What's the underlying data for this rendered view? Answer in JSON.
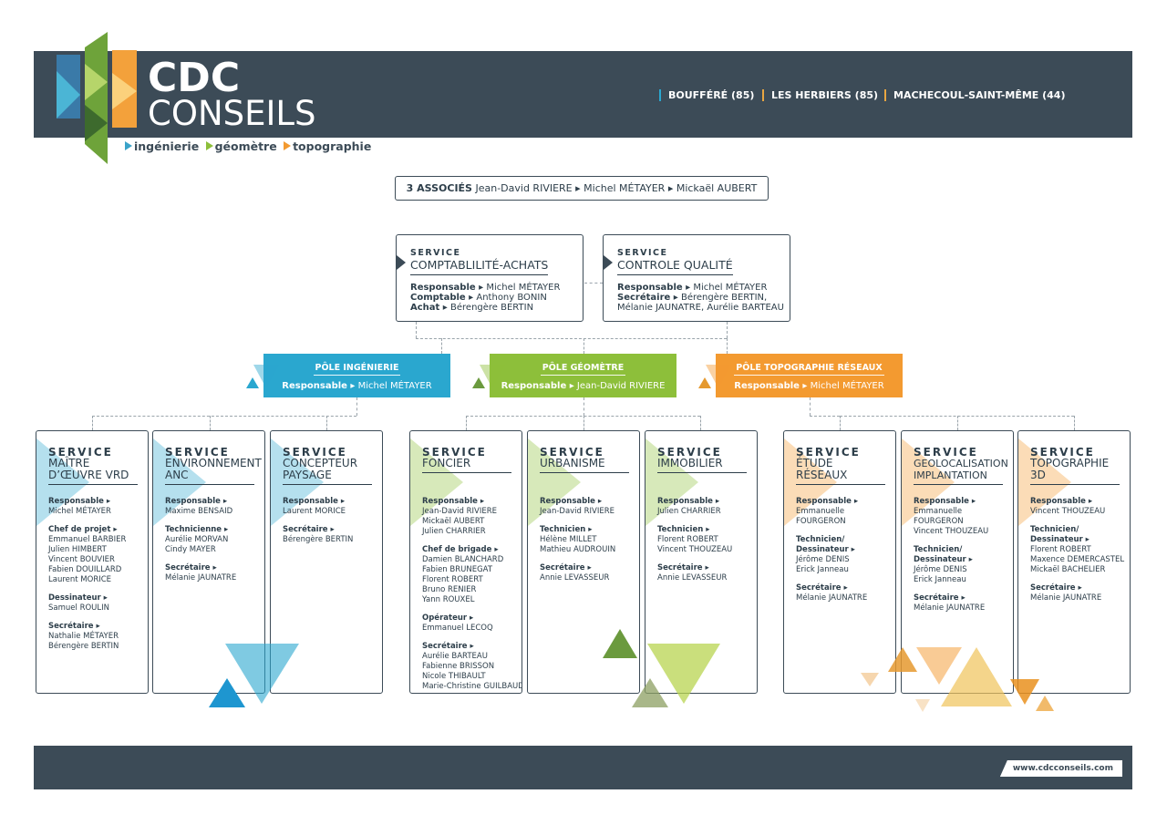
{
  "header": {
    "logo_line1": "CDC",
    "logo_line2": "CONSEILS",
    "tagline": [
      "ingénierie",
      "géomètre",
      "topographie"
    ],
    "locations": [
      "BOUFFÉRÉ (85)",
      "LES HERBIERS (85)",
      "MACHECOUL-SAINT-MÊME (44)"
    ]
  },
  "associates": {
    "label": "3 ASSOCIÉS",
    "names": "Jean-David RIVIERE ▸ Michel MÉTAYER ▸ Mickaël AUBERT"
  },
  "support_services": [
    {
      "kicker": "SERVICE",
      "title": "COMPTABLILITÉ-ACHATS",
      "lines": [
        {
          "role": "Responsable ▸",
          "names": "Michel MÉTAYER"
        },
        {
          "role": "Comptable ▸",
          "names": "Anthony BONIN"
        },
        {
          "role": "Achat ▸",
          "names": "Bérengère BERTIN"
        }
      ]
    },
    {
      "kicker": "SERVICE",
      "title": "CONTROLE QUALITÉ",
      "lines": [
        {
          "role": "Responsable ▸",
          "names": "Michel MÉTAYER"
        },
        {
          "role": "Secrétaire ▸",
          "names": "Bérengère BERTIN,"
        },
        {
          "role": "",
          "names": "Mélanie JAUNATRE, Aurélie BARTEAU"
        }
      ]
    }
  ],
  "poles": [
    {
      "title": "PÔLE INGÉNIERIE",
      "resp_label": "Responsable ▸",
      "resp_name": "Michel MÉTAYER",
      "color": "#2aa7cf"
    },
    {
      "title": "PÔLE GÉOMÈTRE",
      "resp_label": "Responsable ▸",
      "resp_name": "Jean-David RIVIERE",
      "color": "#8dbf3a"
    },
    {
      "title": "PÔLE TOPOGRAPHIE RÉSEAUX",
      "resp_label": "Responsable ▸",
      "resp_name": "Michel MÉTAYER",
      "color": "#f39a30"
    }
  ],
  "services": [
    {
      "kicker": "SERVICE",
      "title": "MAÎTRE D’ŒUVRE VRD",
      "groups": [
        {
          "label": "Responsable ▸",
          "names": [
            "Michel MÉTAYER"
          ]
        },
        {
          "label": "Chef de projet ▸",
          "names": [
            "Emmanuel BARBIER",
            "Julien HIMBERT",
            "Vincent BOUVIER",
            "Fabien DOUILLARD",
            "Laurent MORICE"
          ]
        },
        {
          "label": "Dessinateur ▸",
          "names": [
            "Samuel ROULIN"
          ]
        },
        {
          "label": "Secrétaire ▸",
          "names": [
            "Nathalie MÉTAYER",
            "Bérengère BERTIN"
          ]
        }
      ]
    },
    {
      "kicker": "SERVICE",
      "title": "ENVIRONNEMENT ANC",
      "groups": [
        {
          "label": "Responsable ▸",
          "names": [
            "Maxime BENSAID"
          ]
        },
        {
          "label": "Technicienne ▸",
          "names": [
            "Aurélie MORVAN",
            "Cindy MAYER"
          ]
        },
        {
          "label": "Secrétaire ▸",
          "names": [
            "Mélanie JAUNATRE"
          ]
        }
      ]
    },
    {
      "kicker": "SERVICE",
      "title": "CONCEPTEUR PAYSAGE",
      "groups": [
        {
          "label": "Responsable ▸",
          "names": [
            "Laurent MORICE"
          ]
        },
        {
          "label": "Secrétaire ▸",
          "names": [
            "Bérengère BERTIN"
          ]
        }
      ]
    },
    {
      "kicker": "SERVICE",
      "title": "FONCIER",
      "groups": [
        {
          "label": "Responsable ▸",
          "names": [
            "Jean-David RIVIERE",
            "Mickaël AUBERT",
            "Julien CHARRIER"
          ]
        },
        {
          "label": "Chef de brigade ▸",
          "names": [
            "Damien BLANCHARD",
            "Fabien BRUNEGAT",
            "Florent ROBERT",
            "Bruno RENIER",
            "Yann ROUXEL"
          ]
        },
        {
          "label": "Opérateur ▸",
          "names": [
            "Emmanuel LECOQ"
          ]
        },
        {
          "label": "Secrétaire ▸",
          "names": [
            "Aurélie BARTEAU",
            "Fabienne BRISSON",
            "Nicole THIBAULT",
            "Marie-Christine GUILBAUD"
          ]
        }
      ]
    },
    {
      "kicker": "SERVICE",
      "title": "URBANISME",
      "groups": [
        {
          "label": "Responsable ▸",
          "names": [
            "Jean-David RIVIERE"
          ]
        },
        {
          "label": "Technicien ▸",
          "names": [
            "Hélène MILLET",
            "Mathieu AUDROUIN"
          ]
        },
        {
          "label": "Secrétaire ▸",
          "names": [
            "Annie LEVASSEUR"
          ]
        }
      ]
    },
    {
      "kicker": "SERVICE",
      "title": "IMMOBILIER",
      "groups": [
        {
          "label": "Responsable ▸",
          "names": [
            "Julien CHARRIER"
          ]
        },
        {
          "label": "Technicien ▸",
          "names": [
            "Florent ROBERT",
            "Vincent THOUZEAU"
          ]
        },
        {
          "label": "Secrétaire ▸",
          "names": [
            "Annie LEVASSEUR"
          ]
        }
      ]
    },
    {
      "kicker": "SERVICE",
      "title": "ÉTUDE RÉSEAUX",
      "groups": [
        {
          "label": "Responsable ▸",
          "names": [
            "Emmanuelle",
            "FOURGERON"
          ]
        },
        {
          "label": "Technicien/ Dessinateur ▸",
          "names": [
            "Jérôme DENIS",
            "Erick Janneau"
          ]
        },
        {
          "label": "Secrétaire ▸",
          "names": [
            "Mélanie JAUNATRE"
          ]
        }
      ]
    },
    {
      "kicker": "SERVICE",
      "title": "GEOLOCALISATION IMPLANTATION",
      "groups": [
        {
          "label": "Responsable ▸",
          "names": [
            "Emmanuelle",
            "FOURGERON",
            "Vincent THOUZEAU"
          ]
        },
        {
          "label": "Technicien/ Dessinateur ▸",
          "names": [
            "Jérôme DENIS",
            "Erick Janneau"
          ]
        },
        {
          "label": "Secrétaire ▸",
          "names": [
            "Mélanie JAUNATRE"
          ]
        }
      ]
    },
    {
      "kicker": "SERVICE",
      "title": "TOPOGRAPHIE 3D",
      "groups": [
        {
          "label": "Responsable ▸",
          "names": [
            "Vincent THOUZEAU"
          ]
        },
        {
          "label": "Technicien/ Dessinateur ▸",
          "names": [
            "Florent ROBERT",
            "Maxence DEMERCASTEL",
            "Mickaël BACHELIER"
          ]
        },
        {
          "label": "Secrétaire ▸",
          "names": [
            "Mélanie JAUNATRE"
          ]
        }
      ]
    }
  ],
  "footer": {
    "website": "www.cdcconseils.com"
  },
  "colors": {
    "dark": "#3c4b57",
    "ingenierie": "#2aa7cf",
    "geometre": "#8dbf3a",
    "topographie": "#f39a30"
  }
}
